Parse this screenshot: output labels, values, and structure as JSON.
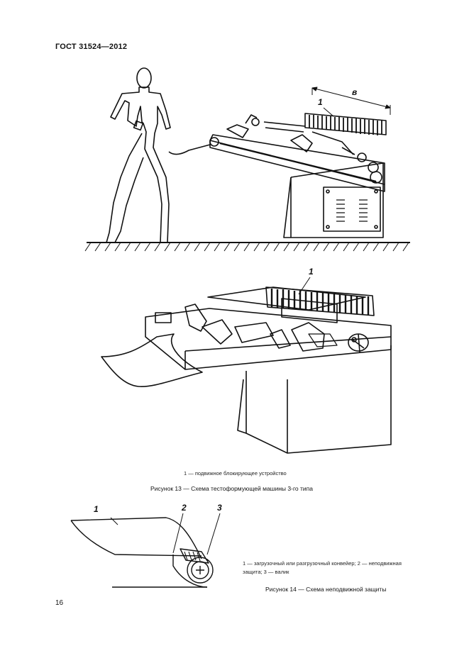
{
  "header": {
    "standard": "ГОСТ 31524—2012"
  },
  "figure13": {
    "top_label_b": "в",
    "top_callout": "1",
    "bottom_callout": "1",
    "legend": "1 — подвижное блокирующее устройство",
    "caption": "Рисунок 13 — Схема тестоформующей машины 3-го типа"
  },
  "figure14": {
    "callouts": [
      "1",
      "2",
      "3"
    ],
    "legend_line1": "1 — загрузочный или разгрузочный конвейер; 2 — неподвижная",
    "legend_line2": "защита; 3 — валик",
    "caption": "Рисунок 14 — Схема неподвижной защиты"
  },
  "footer": {
    "page_number": "16"
  }
}
